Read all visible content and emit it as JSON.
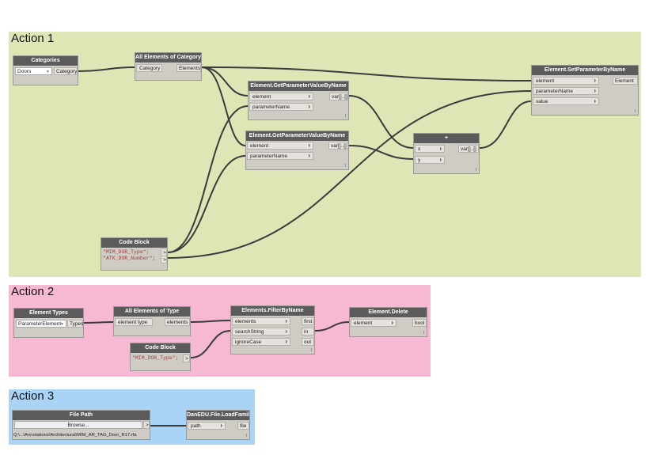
{
  "colors": {
    "action1": "#dfe6b6",
    "action2": "#f6b8d2",
    "action3": "#a9d4f5",
    "node_header": "#5b5b5b",
    "node_body": "#cfcbc5",
    "wire": "#3b3b3b",
    "code_text": "#a0403a"
  },
  "groups": {
    "a1": {
      "title": "Action 1"
    },
    "a2": {
      "title": "Action 2"
    },
    "a3": {
      "title": "Action 3"
    }
  },
  "nodes": {
    "categories": {
      "title": "Categories",
      "value": "Doors",
      "output": "Category"
    },
    "all_elements_cat": {
      "title": "All Elements of Category",
      "input": "Category",
      "output": "Elements"
    },
    "get_param_1": {
      "title": "Element.GetParameterValueByName",
      "inputs": [
        "element",
        "parameterName"
      ],
      "output": "var[]..[]",
      "foot": "l"
    },
    "get_param_2": {
      "title": "Element.GetParameterValueByName",
      "inputs": [
        "element",
        "parameterName"
      ],
      "output": "var[]..[]",
      "foot": "l"
    },
    "plus": {
      "title": "+",
      "inputs": [
        "x",
        "y"
      ],
      "output": "var[]..[]",
      "foot": "l"
    },
    "set_param": {
      "title": "Element.SetParameterByName",
      "inputs": [
        "element",
        "parameterName",
        "value"
      ],
      "output": "Element",
      "foot": "l"
    },
    "code_block_1": {
      "title": "Code Block",
      "lines": [
        "\"MIM_DOR_Type\";",
        "\"ATK_DOR_Number\";"
      ],
      "output": ">"
    },
    "element_types": {
      "title": "Element Types",
      "value": "ParameterElement",
      "output": "Types"
    },
    "all_elements_type": {
      "title": "All Elements of Type",
      "input": "element type",
      "output": "elements"
    },
    "filter_by_name": {
      "title": "Elements.FilterByName",
      "inputs": [
        "elements",
        "searchString",
        "ignoreCase"
      ],
      "outputs": [
        "first",
        "in",
        "out"
      ],
      "foot": "l"
    },
    "element_delete": {
      "title": "Element.Delete",
      "input": "element",
      "output": "bool",
      "foot": "l"
    },
    "code_block_2": {
      "title": "Code Block",
      "lines": [
        "\"MIM_DOR_Type\";"
      ],
      "output": ">"
    },
    "file_path": {
      "title": "File Path",
      "button": "Browse...",
      "output": ">",
      "path": "Q:\\...\\Annotations\\Architectural\\MIM_AR_TAG_Door_R17.rfa"
    },
    "load_family": {
      "title": "DanEDU.File.LoadFamily",
      "input": "path",
      "output": "file",
      "foot": "l"
    }
  }
}
